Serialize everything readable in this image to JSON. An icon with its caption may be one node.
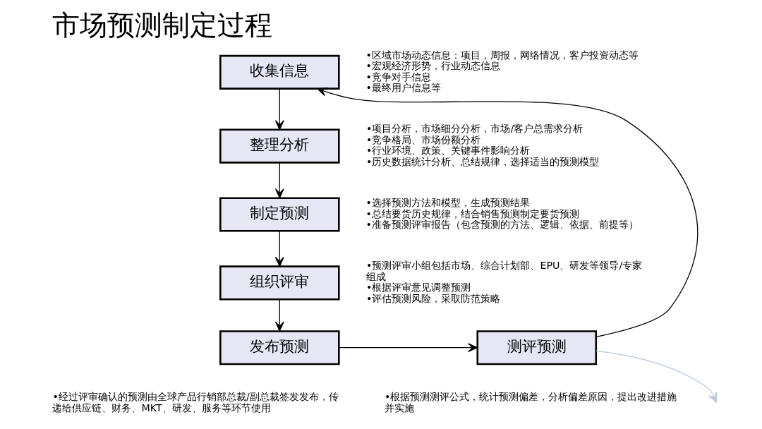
{
  "diagram": {
    "title": "市场预测制定过程",
    "nodes": [
      {
        "text": [
          "收集信息"
        ],
        "beside": [
          "•区域市场动态信息：项目，周报，网络情况，客户投资动态等",
          "•宏观经济形势，行业动态信息",
          "•竞争对手信息",
          "•最终用户信息等"
        ]
      },
      {
        "text": [
          "整理分析"
        ],
        "beside": [
          "•项目分析，市场细分分析，市场/客户总需求分析",
          "•竞争格局、市场份额分析",
          "•行业环境、政策、关键事件影响分析",
          "•历史数据统计分析、总结规律，选择适当的预测模型"
        ]
      },
      {
        "text": [
          "制定预测"
        ],
        "beside": [
          "•选择预测方法和模型，生成预测结果",
          "•总结要货历史规律，结合销售预测制定要货预测",
          "•准备预测评审报告（包含预测的方法、逻辑、依据、前提等）"
        ]
      },
      {
        "text": [
          "组织评审"
        ],
        "beside": [
          "•预测评审小组包括市场、综合计划部、EPU、研发等领导/专家组成",
          "•根据评审意见调整预测",
          "•评估预测风险，采取防范策略"
        ]
      },
      {
        "text": [
          "发布预测"
        ],
        "beside": [
          "•经过评审确认的预测由全球产品行销部总裁/副总裁签发发布，传递给供应链、财务、MKT、研发、服务等环节使用"
        ]
      },
      {
        "text": [
          "测评预测"
        ],
        "beside": [
          "•根据预测测评公式，统计预测偏差，分析偏差原因，提出改进措施并实施"
        ]
      }
    ],
    "edges": [
      {
        "from": 0,
        "to": 1,
        "arrow": "to"
      },
      {
        "from": 1,
        "to": 2,
        "arrow": "to"
      },
      {
        "from": 2,
        "to": 3,
        "arrow": "to"
      },
      {
        "from": 3,
        "to": 4,
        "arrow": "to"
      },
      {
        "from": 4,
        "to": 5,
        "arrow": "to"
      },
      {
        "from": 5,
        "to": 0,
        "arrow": "to"
      },
      {
        "from": 5,
        "to": null,
        "arrow": "to",
        "color": "#b8c8dc"
      }
    ]
  }
}
